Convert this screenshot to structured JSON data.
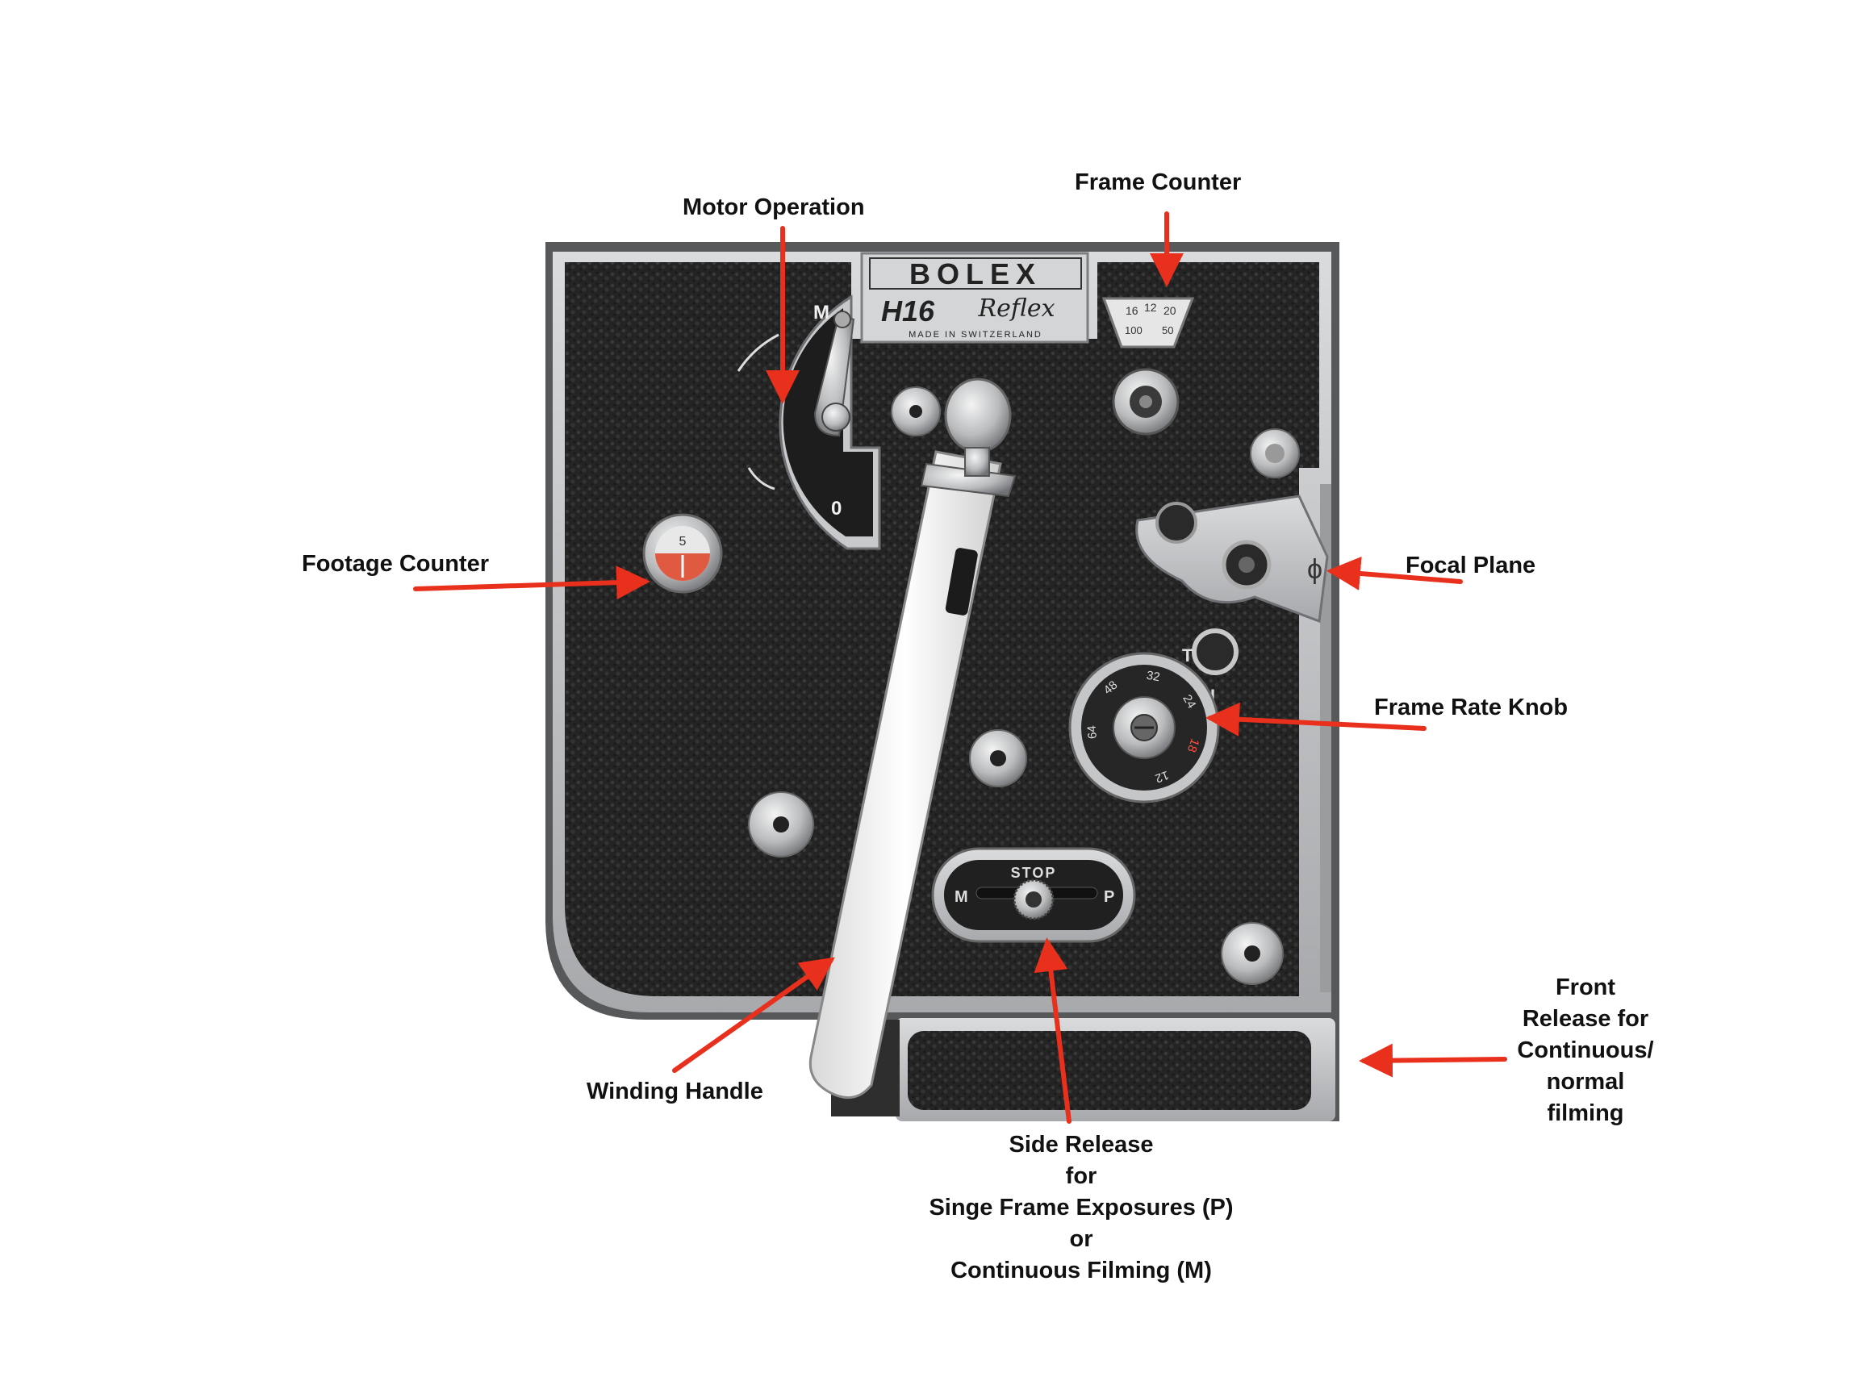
{
  "camera": {
    "brand": "BOLEX",
    "model": "H16",
    "variant": "Reflex",
    "origin": "MADE IN SWITZERLAND",
    "motor_mark_m": "M",
    "motor_mark_0": "0",
    "footage_mark": "5",
    "frame_counter_top": [
      "16",
      "12",
      "20"
    ],
    "frame_counter_bottom": [
      "100",
      "50"
    ],
    "fps_marks": [
      "12",
      "18",
      "24",
      "32",
      "48",
      "64"
    ],
    "ti_mark_t": "T",
    "ti_mark_i": "I",
    "switch_stop": "STOP",
    "switch_m": "M",
    "switch_p": "P",
    "focal_symbol": "ϕ"
  },
  "labels": {
    "motor_operation": "Motor Operation",
    "frame_counter": "Frame Counter",
    "footage_counter": "Footage Counter",
    "focal_plane": "Focal Plane",
    "frame_rate_knob": "Frame Rate Knob",
    "winding_handle": "Winding Handle",
    "front_release": [
      "Front",
      "Release for",
      "Continuous/",
      "normal",
      "filming"
    ],
    "side_release": [
      "Side Release",
      "for",
      "Singe Frame Exposures (P)",
      "or",
      "Continuous Filming (M)"
    ]
  },
  "colors": {
    "arrow": "#e8301c",
    "leather": "#242424",
    "chrome": "#c9cbcd"
  }
}
